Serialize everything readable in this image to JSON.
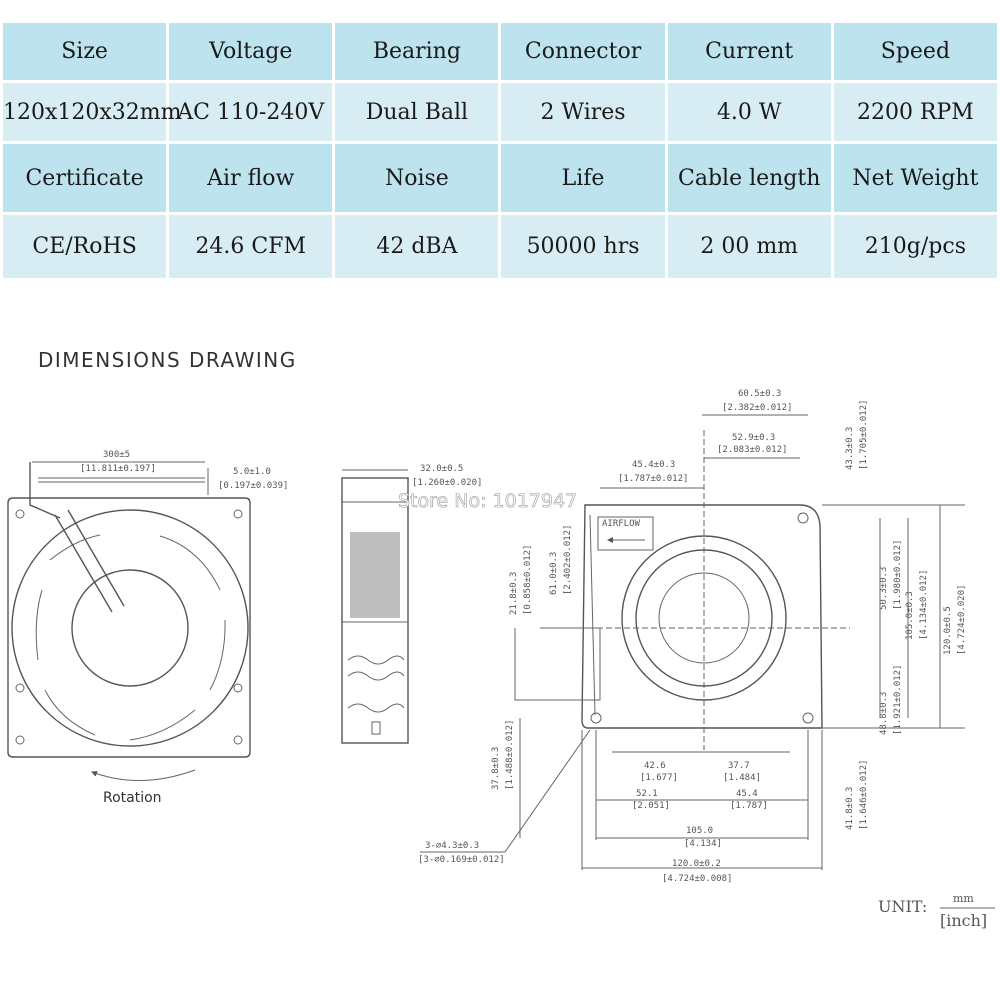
{
  "spec_table": {
    "row1_headers": [
      "Size",
      "Voltage",
      "Bearing",
      "Connector",
      "Current",
      "Speed"
    ],
    "row1_values": [
      "120x120x32mm",
      "AC 110-240V",
      "Dual Ball",
      "2 Wires",
      "4.0 W",
      "2200 RPM"
    ],
    "row2_headers": [
      "Certificate",
      "Air flow",
      "Noise",
      "Life",
      "Cable length",
      "Net Weight"
    ],
    "row2_values": [
      "CE/RoHS",
      "24.6 CFM",
      "42 dBA",
      "50000 hrs",
      "2 00 mm",
      "210g/pcs"
    ]
  },
  "drawing": {
    "title": "DIMENSIONS DRAWING",
    "rotation_label": "Rotation",
    "watermark": "Store No: 1017947",
    "airflow_label": "AIRFLOW",
    "unit_label": "UNIT:",
    "unit_top": "mm",
    "unit_bottom": "[inch]",
    "dims": {
      "cable_len": "300±5",
      "cable_len_in": "[11.811±0.197]",
      "strip": "5.0±1.0",
      "strip_in": "[0.197±0.039]",
      "depth": "32.0±0.5",
      "depth_in": "[1.260±0.020]",
      "d_60_5": "60.5±0.3",
      "d_60_5_in": "[2.382±0.012]",
      "d_52_9": "52.9±0.3",
      "d_52_9_in": "[2.083±0.012]",
      "d_45_4": "45.4±0.3",
      "d_45_4_in": "[1.787±0.012]",
      "d_43_3": "43.3±0.3",
      "d_43_3_in": "[1.705±0.012]",
      "d_21_8": "21.8±0.3",
      "d_21_8_in": "[0.858±0.012]",
      "d_61_0": "61.0±0.3",
      "d_61_0_in": "[2.402±0.012]",
      "d_50_3": "50.3±0.3",
      "d_50_3_in": "[1.980±0.012]",
      "d_105_v": "105.0±0.3",
      "d_105_v_in": "[4.134±0.012]",
      "d_120_v": "120.0±0.5",
      "d_120_v_in": "[4.724±0.020]",
      "d_48_8": "48.8±0.3",
      "d_48_8_in": "[1.921±0.012]",
      "d_37_8": "37.8±0.3",
      "d_37_8_in": "[1.488±0.012]",
      "d_41_8": "41.8±0.3",
      "d_41_8_in": "[1.646±0.012]",
      "d_42_6": "42.6",
      "d_42_6_in": "[1.677]",
      "d_37_7": "37.7",
      "d_37_7_in": "[1.484]",
      "d_52_1": "52.1",
      "d_52_1_in": "[2.051]",
      "d_45_4b": "45.4",
      "d_45_4b_in": "[1.787]",
      "d_105_h": "105.0",
      "d_105_h_in": "[4.134]",
      "d_120_h": "120.0±0.2",
      "d_120_h_in": "[4.724±0.008]",
      "holes": "3-⌀4.3±0.3",
      "holes_in": "[3-⌀0.169±0.012]"
    }
  }
}
